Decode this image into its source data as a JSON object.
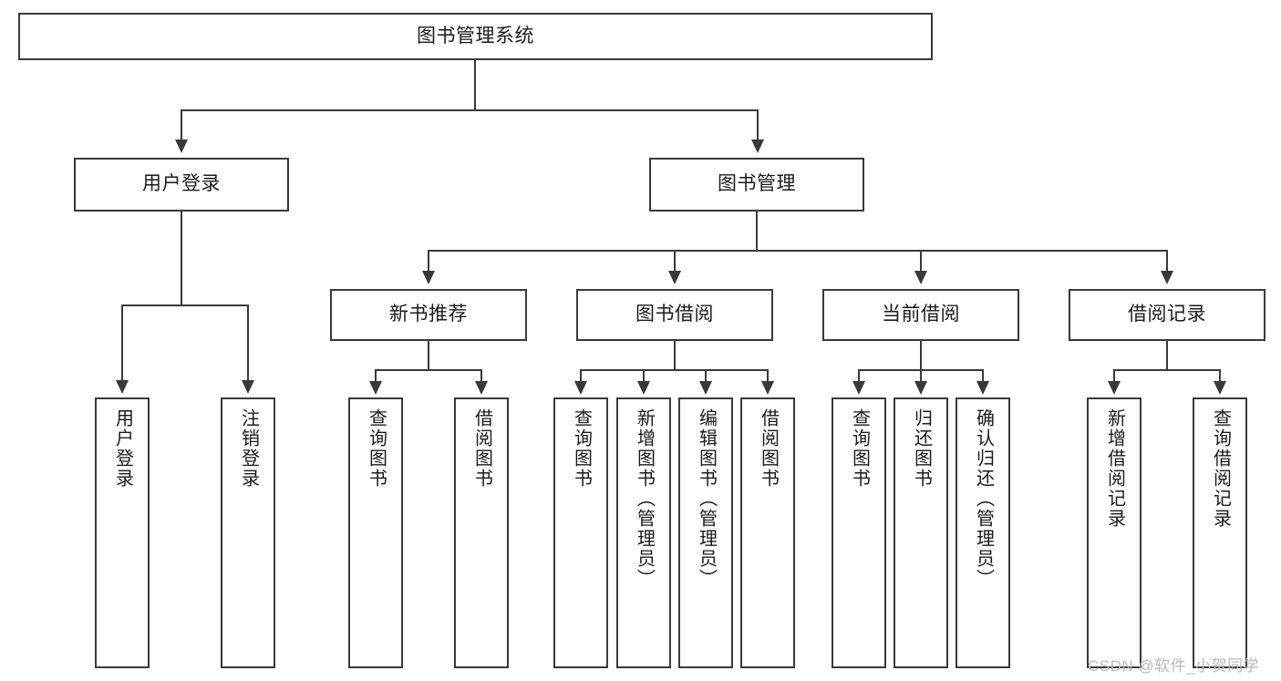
{
  "diagram": {
    "type": "tree",
    "title": "图书管理系统",
    "root": {
      "id": "root",
      "label": "图书管理系统",
      "orientation": "horizontal"
    },
    "level2": [
      {
        "id": "user-login",
        "label": "用户登录",
        "orientation": "horizontal"
      },
      {
        "id": "book-manage",
        "label": "图书管理",
        "orientation": "horizontal"
      }
    ],
    "level3": [
      {
        "id": "new-book-recommend",
        "label": "新书推荐",
        "orientation": "horizontal"
      },
      {
        "id": "book-borrow",
        "label": "图书借阅",
        "orientation": "horizontal"
      },
      {
        "id": "current-borrow",
        "label": "当前借阅",
        "orientation": "horizontal"
      },
      {
        "id": "borrow-record",
        "label": "借阅记录",
        "orientation": "horizontal"
      }
    ],
    "leaves": {
      "user_login": [
        {
          "id": "leaf-user-login",
          "label": "用户登录"
        },
        {
          "id": "leaf-user-logout",
          "label": "注销登录"
        }
      ],
      "new_book_recommend": [
        {
          "id": "leaf-query-book-1",
          "label": "查询图书"
        },
        {
          "id": "leaf-borrow-book-1",
          "label": "借阅图书"
        }
      ],
      "book_borrow": [
        {
          "id": "leaf-query-book-2",
          "label": "查询图书"
        },
        {
          "id": "leaf-add-book",
          "label": "新增图书（管理员）"
        },
        {
          "id": "leaf-edit-book",
          "label": "编辑图书（管理员）"
        },
        {
          "id": "leaf-borrow-book-2",
          "label": "借阅图书"
        }
      ],
      "current_borrow": [
        {
          "id": "leaf-query-book-3",
          "label": "查询图书"
        },
        {
          "id": "leaf-return-book",
          "label": "归还图书"
        },
        {
          "id": "leaf-confirm-return",
          "label": "确认归还（管理员）"
        }
      ],
      "borrow_record": [
        {
          "id": "leaf-add-record",
          "label": "新增借阅记录"
        },
        {
          "id": "leaf-query-record",
          "label": "查询借阅记录"
        }
      ]
    },
    "colors": {
      "stroke": "#39393b",
      "fill": "#ffffff",
      "text": "#1b1b1b",
      "watermark": "#b9b9b9"
    }
  },
  "watermark": {
    "text": "CSDN @软件_小贺同学"
  }
}
